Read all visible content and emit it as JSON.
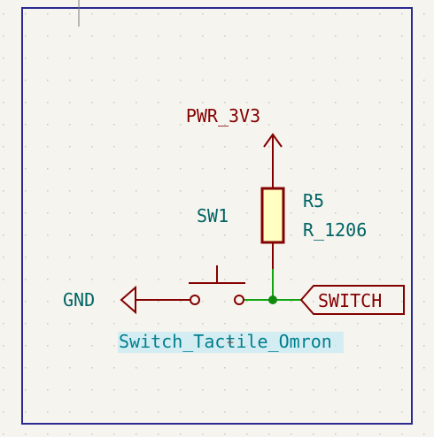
{
  "colors": {
    "background": "#f5f4ef",
    "grid_dot": "#c8c8c4",
    "sheet_border": "#2a2a90",
    "wire": "#11a611",
    "component_line": "#840000",
    "component_fill": "#ffffc2",
    "field_text": "#006464",
    "selected_text": "#007f8c",
    "selection_highlight": "#b8e8f5",
    "junction": "#0f8a0f"
  },
  "symbols": {
    "power": {
      "net_name": "PWR_3V3"
    },
    "ground": {
      "net_name": "GND"
    },
    "resistor": {
      "reference": "R5",
      "value": "R_1206"
    },
    "switch": {
      "reference": "SW1",
      "value": "Switch_Tactile_Omron"
    },
    "global_label": {
      "text": "SWITCH"
    }
  }
}
